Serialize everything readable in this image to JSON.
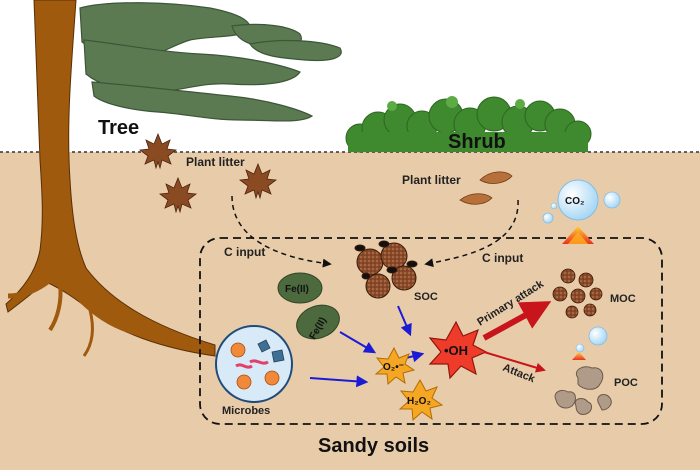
{
  "labels": {
    "tree": "Tree",
    "shrub": "Shrub",
    "plant_litter_left": "Plant litter",
    "plant_litter_right": "Plant litter",
    "c_input_left": "C input",
    "c_input_right": "C input",
    "soc": "SOC",
    "moc": "MOC",
    "poc": "POC",
    "microbes": "Microbes",
    "sandy_soils": "Sandy soils",
    "primary_attack": "Primary attack",
    "attack": "Attack",
    "fe_top": "Fe(II)",
    "fe_bottom": "Fe(II)",
    "superoxide": "O₂•⁻",
    "hydroxyl": "•OH",
    "hydrogen_peroxide": "H₂O₂",
    "co2": "CO₂"
  },
  "colors": {
    "soil": "#e8ccaa",
    "sky": "#ffffff",
    "trunk": "#a05a0e",
    "foliage": "#5b7a52",
    "shrub": "#3f8a2f",
    "leaf": "#8a4a22",
    "fe": "#4c6a3e",
    "microbe_cell": "#d8eaf8",
    "ros_orange": "#f5a623",
    "ros_red": "#ef3b2a",
    "arrow_blue": "#1b1bd6",
    "arrow_red": "#c8151b",
    "co2_bubble": "#cfe9fb",
    "soc_particle": "#8b4b2b"
  },
  "icons": [
    "tree-icon",
    "shrub-icon",
    "leaf-icon",
    "soc-particle-icon",
    "fe-blob-icon",
    "microbe-cell-icon",
    "burst-icon",
    "co2-bubble-icon",
    "flame-icon",
    "moc-particle-icon",
    "poc-particle-icon"
  ]
}
